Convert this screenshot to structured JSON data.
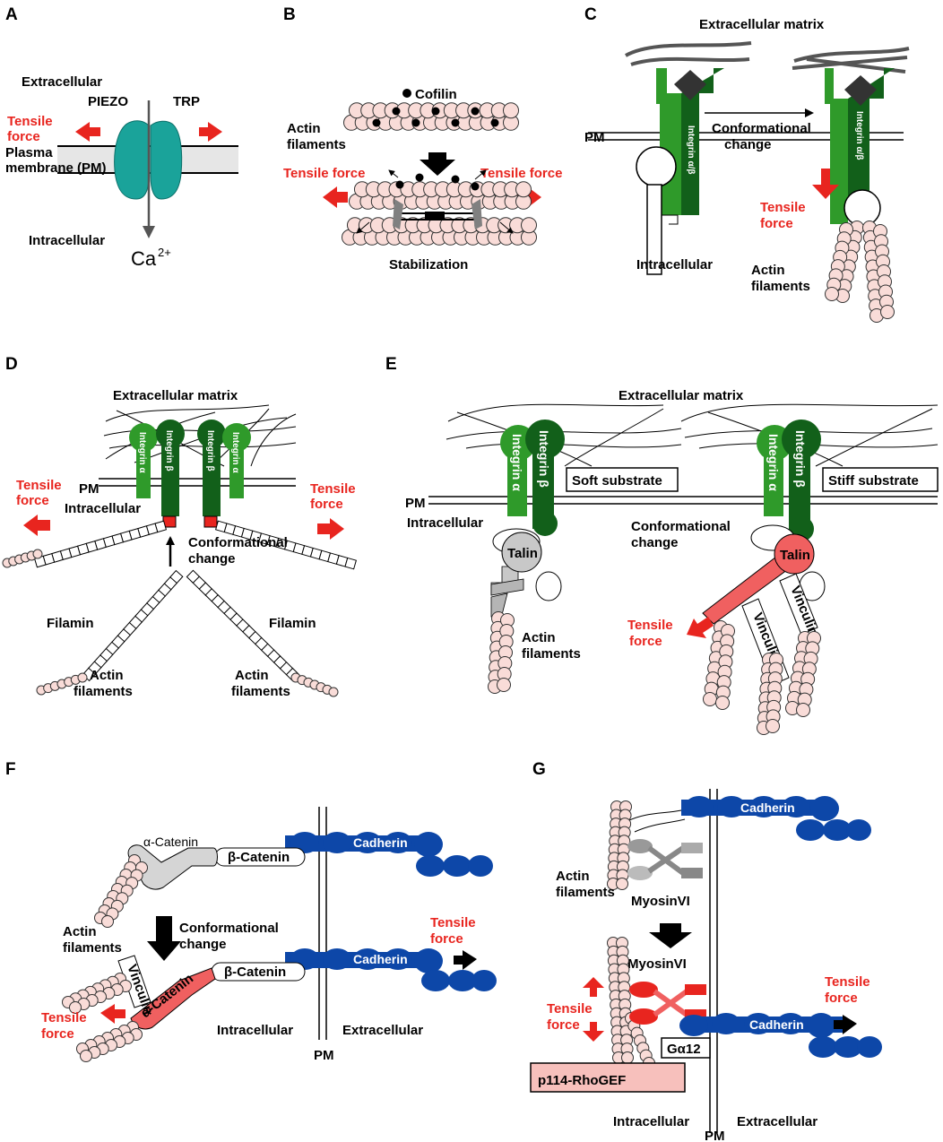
{
  "panels": {
    "A": {
      "label": "A",
      "extracellular": "Extracellular",
      "piezo": "PIEZO",
      "trp": "TRP",
      "tensile_force": [
        "Tensile",
        "force"
      ],
      "plasma_membrane": [
        "Plasma",
        "membrane (PM)"
      ],
      "intracellular": "Intracellular",
      "ion": "Ca",
      "ion_charge": "2+"
    },
    "B": {
      "label": "B",
      "cofilin": "Cofilin",
      "actin_filaments": [
        "Actin",
        "filaments"
      ],
      "tensile_force_left": "Tensile force",
      "tensile_force_right": "Tensile force",
      "stabilization": "Stabilization"
    },
    "C": {
      "label": "C",
      "ecm": "Extracellular matrix",
      "pm": "PM",
      "integrin_left": "Integrin α/β",
      "integrin_right": "Integrin α/β",
      "conformational_change": [
        "Conformational",
        "change"
      ],
      "tensile_force": [
        "Tensile",
        "force"
      ],
      "intracellular": "Intracellular",
      "actin_filaments": [
        "Actin",
        "filaments"
      ]
    },
    "D": {
      "label": "D",
      "ecm": "Extracellular matrix",
      "integrins": [
        "Integrin α",
        "Integrin β",
        "Integrin β",
        "Integrin α"
      ],
      "pm": "PM",
      "intracellular": "Intracellular",
      "tensile_force_left": [
        "Tensile",
        "force"
      ],
      "tensile_force_right": [
        "Tensile",
        "force"
      ],
      "conformational_change": [
        "Conformational",
        "change"
      ],
      "filamin_left": "Filamin",
      "filamin_right": "Filamin",
      "actin_left": [
        "Actin",
        "filaments"
      ],
      "actin_right": [
        "Actin",
        "filaments"
      ]
    },
    "E": {
      "label": "E",
      "ecm": "Extracellular matrix",
      "pm": "PM",
      "intracellular": "Intracellular",
      "integrins": [
        "Integrin α",
        "Integrin β",
        "Integrin α",
        "Integrin β"
      ],
      "soft": "Soft substrate",
      "stiff": "Stiff substrate",
      "conformational_change": [
        "Conformational",
        "change"
      ],
      "talin_left": "Talin",
      "talin_right": "Talin",
      "vinculin_1": "Vinculin",
      "vinculin_2": "Vinculin",
      "actin_filaments": [
        "Actin",
        "filaments"
      ],
      "tensile_force": [
        "Tensile",
        "force"
      ]
    },
    "F": {
      "label": "F",
      "alpha_catenin_top": "α-Catenin",
      "beta_catenin_top": "β-Catenin",
      "cadherin_top": "Cadherin",
      "actin_filaments": [
        "Actin",
        "filaments"
      ],
      "conformational_change": [
        "Conformational",
        "change"
      ],
      "tensile_force_right": [
        "Tensile",
        "force"
      ],
      "vinculin": "Vinculin",
      "alpha_catenin_bottom": "α-Catenin",
      "beta_catenin_bottom": "β-Catenin",
      "cadherin_bottom": "Cadherin",
      "tensile_force_left": [
        "Tensile",
        "force"
      ],
      "intracellular": "Intracellular",
      "extracellular": "Extracellular",
      "pm": "PM"
    },
    "G": {
      "label": "G",
      "cadherin_top": "Cadherin",
      "actin_filaments": [
        "Actin",
        "filaments"
      ],
      "myosin_top": "MyosinVI",
      "myosin_bottom": "MyosinVI",
      "tensile_force_left": [
        "Tensile",
        "force"
      ],
      "tensile_force_right": [
        "Tensile",
        "force"
      ],
      "cadherin_bottom": "Cadherin",
      "galpha": "Gα12",
      "rhogef": "p114-RhoGEF",
      "intracellular": "Intracellular",
      "extracellular": "Extracellular",
      "pm": "PM"
    }
  },
  "colors": {
    "red": "#e8251f",
    "green_light": "#2f9a2a",
    "green_dark": "#12601a",
    "teal": "#1aa39a",
    "blue": "#0d47a8",
    "bead": "#f9dcd8",
    "gray": "#cfcfcf",
    "salmon": "#f06060"
  }
}
